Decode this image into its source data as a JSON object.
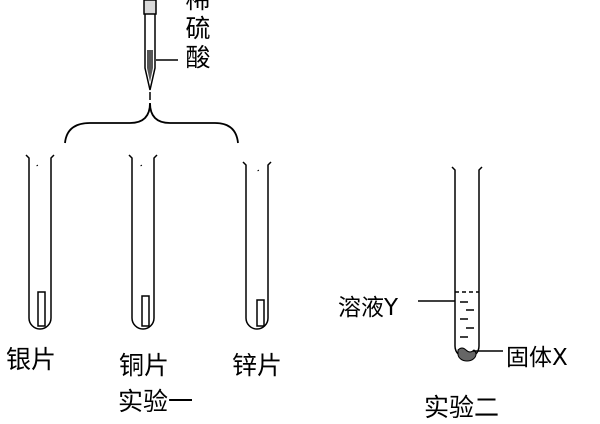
{
  "acid_label": "稀硫酸",
  "metals": [
    {
      "label": "银片"
    },
    {
      "label": "铜片"
    },
    {
      "label": "锌片"
    }
  ],
  "experiment_one": "实验一",
  "experiment_two": "实验二",
  "solution_label": "溶液Y",
  "solid_label": "固体X",
  "colors": {
    "stroke": "#000000",
    "background": "#ffffff"
  }
}
